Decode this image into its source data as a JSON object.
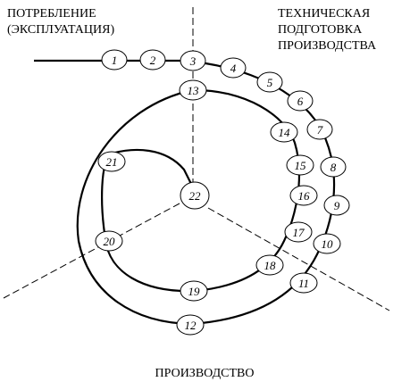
{
  "labels": {
    "consumption_line1": "ПОТРЕБЛЕНИЕ",
    "consumption_line2": "(ЭКСПЛУАТАЦИЯ)",
    "technical_line1": "ТЕХНИЧЕСКАЯ",
    "technical_line2": "ПОДГОТОВКА",
    "technical_line3": "ПРОИЗВОДСТВА",
    "production": "ПРОИЗВОДСТВО"
  },
  "nodes": [
    "1",
    "2",
    "3",
    "4",
    "5",
    "6",
    "7",
    "8",
    "9",
    "10",
    "11",
    "12",
    "13",
    "14",
    "15",
    "16",
    "17",
    "18",
    "19",
    "20",
    "21",
    "22"
  ]
}
